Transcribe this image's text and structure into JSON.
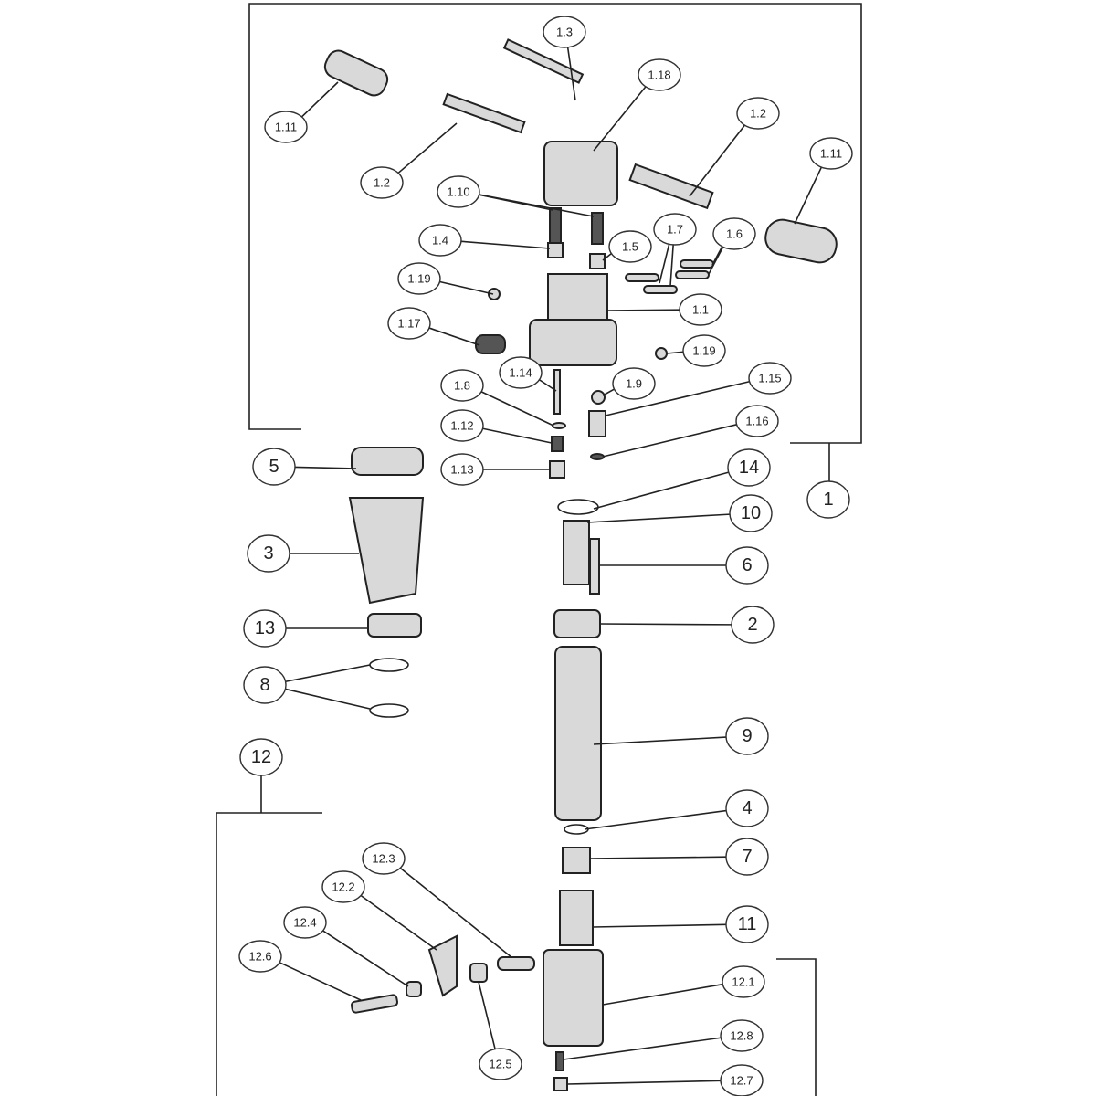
{
  "title": "Exploded parts diagram",
  "labels": [
    "1.3",
    "1.18",
    "1.11",
    "1.2",
    "1.11",
    "1.2",
    "1.10",
    "1.4",
    "1.5",
    "1.7",
    "1.6",
    "1.19",
    "1.1",
    "1.17",
    "1.19",
    "1.14",
    "1.9",
    "1.15",
    "1.8",
    "1.16",
    "1.12",
    "1.13",
    "5",
    "14",
    "1",
    "10",
    "3",
    "6",
    "2",
    "13",
    "8",
    "9",
    "12",
    "4",
    "7",
    "12.3",
    "12.2",
    "11",
    "12.4",
    "12.6",
    "12.1",
    "12.8",
    "12.5",
    "12.7"
  ]
}
